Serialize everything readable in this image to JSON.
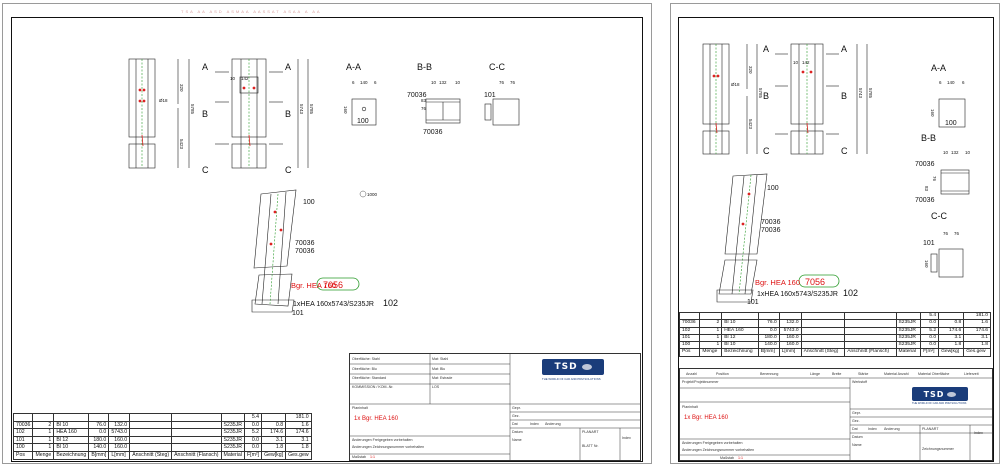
{
  "sheet1": {
    "header_text": "TSA  AA  ASD  ASMAA  AASSAT  ASAA  A  AA",
    "section_labels": {
      "a_top": "A",
      "a_bot": "A",
      "b_top": "B",
      "b_bot": "B",
      "c_top": "C",
      "c_bot": "C"
    },
    "sections": {
      "aa": "A-A",
      "bb": "B-B",
      "cc": "C-C"
    },
    "dims": {
      "d320": "320",
      "d5785": "5785",
      "d5423": "5423",
      "d5743": "5743",
      "d5785b": "5785",
      "d18": "Ø18",
      "d10": "10",
      "d142": "142",
      "d6a": "6",
      "d140": "140",
      "d6b": "6",
      "d160": "160",
      "d10b": "10",
      "d132": "132",
      "d10c": "10",
      "d76a": "76",
      "d76b": "76",
      "d83": "83",
      "d76c": "76"
    },
    "marks": {
      "m100a": "100",
      "m70036a": "70036",
      "m70036b": "70036",
      "m101a": "101",
      "m100b": "100",
      "m1000": "1000",
      "m70036c": "70036",
      "m70036d": "70036",
      "m101b": "101"
    },
    "assembly": {
      "label": "Bgr. HEA 160",
      "number": "7056",
      "profile": "1xHEA 160x5743/S235JR",
      "pos": "102"
    },
    "parts_table": {
      "top": [
        "5.4",
        "181.0"
      ],
      "rows": [
        [
          "70036",
          "2",
          "Bl 10",
          "76.0",
          "132.0",
          "",
          "",
          "S235JR",
          "0.0",
          "0.8",
          "1.6"
        ],
        [
          "102",
          "1",
          "HEA 160",
          "0.0",
          "5743.0",
          "",
          "",
          "S235JR",
          "5.2",
          "174.6",
          "174.6"
        ],
        [
          "101",
          "1",
          "Bl 12",
          "180.0",
          "160.0",
          "",
          "",
          "S235JR",
          "0.0",
          "3.1",
          "3.1"
        ],
        [
          "100",
          "1",
          "Bl 10",
          "140.0",
          "160.0",
          "",
          "",
          "S235JR",
          "0.0",
          "1.8",
          "1.8"
        ]
      ],
      "headers": [
        "Pos",
        "Menge",
        "Bezeichnung",
        "B[mm]",
        "L[mm]",
        "Anschnitt (Steg)",
        "Anschnitt (Flansch)",
        "Material",
        "F[m²]",
        "Gew[kg]",
        "Ges.gew"
      ]
    },
    "titleblock": {
      "r1a": "Oberfläche: Stahl",
      "r1b": "Mat: Stahl",
      "r2a": "Oberfläche: Blu",
      "r2b": "Mat: Blu",
      "r3a": "Oberfläche: Standard",
      "r3b": "Mat: Estrade",
      "r4a": "KOMMISSION / KOM.-Nr.",
      "r4b": "LOS",
      "planinhalt": "Planinhalt",
      "title": "1x Bgr. HEA 160",
      "datum": "Datum",
      "name": "Name",
      "planart": "PLANART",
      "blatt": "BLATT Nr.",
      "index": "Index",
      "aend": "Änderung",
      "gepr": "Gepr.",
      "gez": "Gez.",
      "datum2": "Dat",
      "foot1": "Änderungen Freigegeben vorbehalten",
      "foot2": "Änderungen Zeichnungsnummer vorbehalten",
      "massstab": "Maßstab",
      "scale": "1:1"
    },
    "logo": "TSD",
    "logo_sub": "THE WORLD OF CAD AND PDM SOLUTIONS"
  },
  "sheet2": {
    "section_labels": {
      "a_top": "A",
      "a_bot": "A",
      "b_top": "B",
      "b_bot": "B",
      "c_top": "C",
      "c_bot": "C"
    },
    "sections": {
      "aa": "A-A",
      "bb": "B-B",
      "cc": "C-C"
    },
    "dims": {
      "d320": "320",
      "d5785": "5785",
      "d5423": "5423",
      "d5743": "5743",
      "d5785b": "5785",
      "d18": "Ø18",
      "d10": "10",
      "d142": "142",
      "d6a": "6",
      "d140": "140",
      "d6b": "6",
      "d160": "160",
      "d10b": "10",
      "d132": "132",
      "d10c": "10",
      "d76a": "76",
      "d76b": "76",
      "d83": "83",
      "d76c": "76",
      "d160b": "160"
    },
    "marks": {
      "m100a": "100",
      "m70036a": "70036",
      "m70036b": "70036",
      "m101a": "101",
      "m70036c": "70036",
      "m70036d": "70036",
      "m101b": "101",
      "m100b": "100"
    },
    "assembly": {
      "label": "Bgr. HEA 160",
      "number": "7056",
      "profile": "1xHEA 160x5743/S235JR",
      "pos": "102"
    },
    "parts_table": {
      "top": [
        "5.4",
        "181.0"
      ],
      "rows": [
        [
          "70036",
          "2",
          "Bl 10",
          "76.0",
          "132.0",
          "",
          "",
          "S235JR",
          "0.0",
          "0.8",
          "1.6"
        ],
        [
          "102",
          "1",
          "HEA 160",
          "0.0",
          "5743.0",
          "",
          "",
          "S235JR",
          "5.2",
          "174.6",
          "174.6"
        ],
        [
          "101",
          "1",
          "Bl 12",
          "180.0",
          "160.0",
          "",
          "",
          "S235JR",
          "0.0",
          "3.1",
          "3.1"
        ],
        [
          "100",
          "1",
          "Bl 10",
          "140.0",
          "160.0",
          "",
          "",
          "S235JR",
          "0.0",
          "1.8",
          "1.8"
        ]
      ],
      "headers": [
        "Pos",
        "Menge",
        "Bezeichnung",
        "B[mm]",
        "L[mm]",
        "Anschnitt (Steg)",
        "Anschnitt (Flansch)",
        "Material",
        "F[m²]",
        "Gew[kg]",
        "Ges.gew"
      ]
    },
    "titleblock": {
      "h1": "Anzahl",
      "h2": "Position",
      "h3": "Benennung",
      "h4": "Länge",
      "h5": "Breite",
      "h6": "Stärke",
      "h7": "Material Anzahl",
      "h8": "Material Oberfläche",
      "h9": "Lieferzeit",
      "proj": "Projekt/Projektnummer",
      "werkstoff": "Werkstoff",
      "planinhalt": "Planinhalt",
      "title": "1x Bgr. HEA 160",
      "gepr": "Gepr.",
      "gez": "Gez.",
      "datum2": "Dat",
      "datum": "Datum",
      "name": "Name",
      "planart": "PLANART",
      "index": "Index",
      "aend": "Änderung",
      "zeich": "Zeichnungsnummer",
      "foot1": "Änderungen Freigegeben vorbehalten",
      "foot2": "Änderungen Zeichnungsnummer vorbehalten",
      "massstab": "Maßstab",
      "scale": "1:1"
    },
    "logo": "TSD",
    "logo_sub": "THE WORLD OF CAD AND PDM SOLUTIONS"
  }
}
